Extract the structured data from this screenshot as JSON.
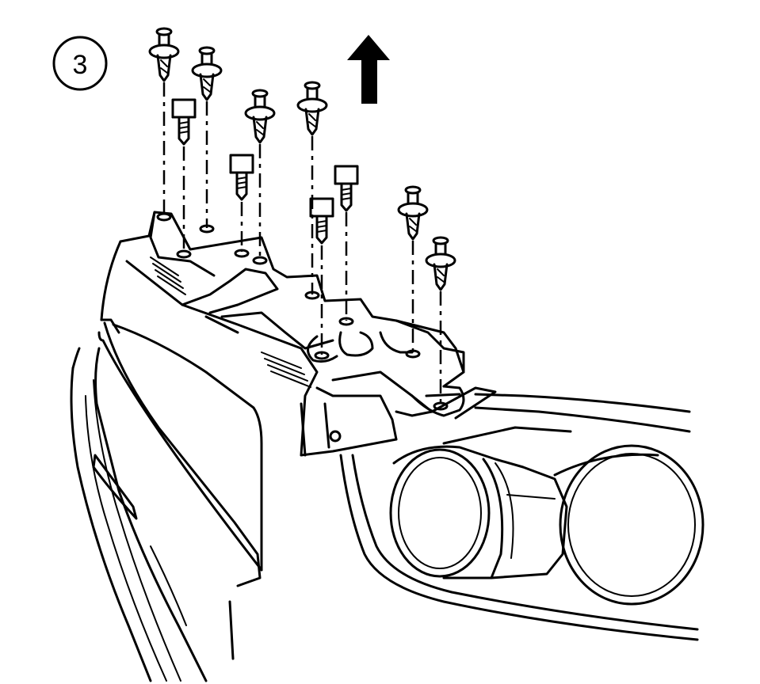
{
  "step": {
    "number": "3"
  },
  "direction": {
    "icon": "arrow-up-icon",
    "meaning": "up"
  },
  "colors": {
    "ink": "#000000",
    "paper": "#ffffff"
  },
  "fasteners": {
    "push_pins": 6,
    "bolts": 4
  }
}
